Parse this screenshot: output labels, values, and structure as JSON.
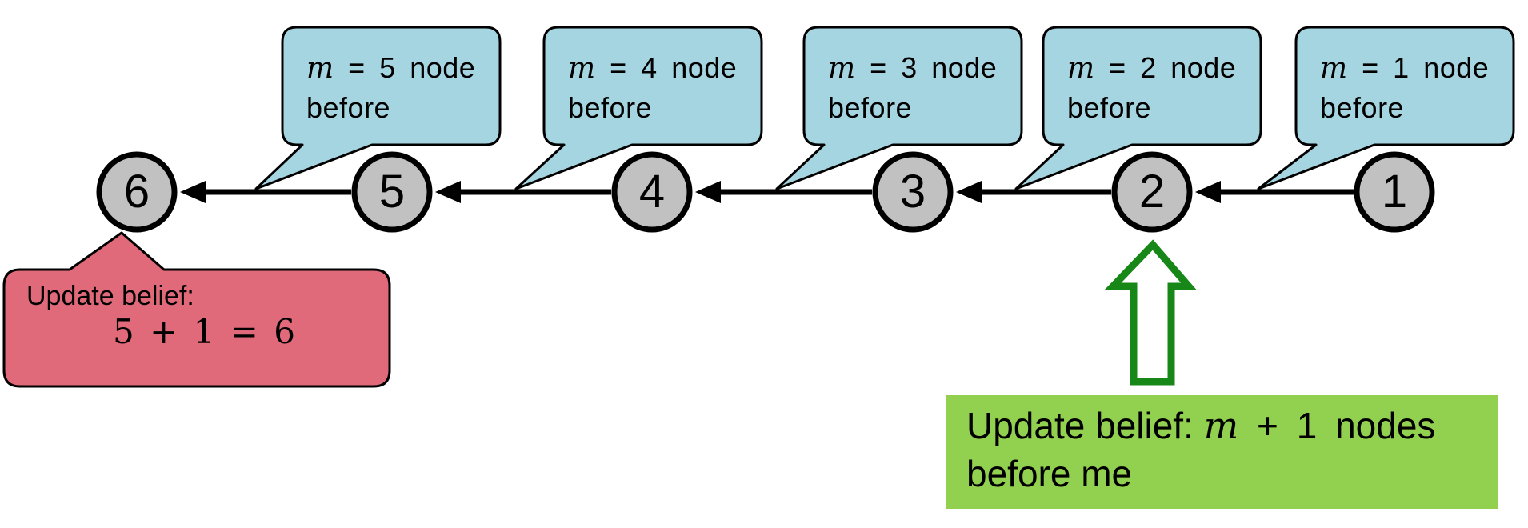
{
  "diagram": {
    "nodes": [
      {
        "label": "6"
      },
      {
        "label": "5"
      },
      {
        "label": "4"
      },
      {
        "label": "3"
      },
      {
        "label": "2"
      },
      {
        "label": "1"
      }
    ],
    "callouts": [
      {
        "var": "m",
        "rest": " = 5 node",
        "line2": "before"
      },
      {
        "var": "m",
        "rest": " = 4 node",
        "line2": "before"
      },
      {
        "var": "m",
        "rest": " = 3 node",
        "line2": "before"
      },
      {
        "var": "m",
        "rest": " = 2 node",
        "line2": "before"
      },
      {
        "var": "m",
        "rest": " = 1 node",
        "line2": "before"
      }
    ],
    "result_callout": {
      "line1": "Update belief:",
      "line2": "5 + 1 = 6"
    },
    "rule_box": {
      "prefix": "Update belief: ",
      "var": "m",
      "suffix": " + 1 nodes",
      "line2": "before me"
    }
  },
  "colors": {
    "callout_blue": "#A6D5E2",
    "node_gray": "#C1C1C1",
    "result_pink": "#E06A79",
    "rule_green": "#92D050",
    "arrow_green": "#178717",
    "outline_black": "#000000"
  }
}
